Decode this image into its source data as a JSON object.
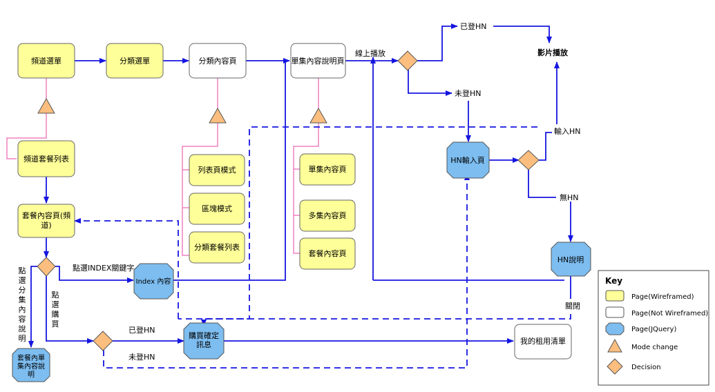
{
  "nodes": {
    "channel_menu": "頻道選單",
    "category_menu": "分類選單",
    "category_content": "分類內容頁",
    "episode_detail": "單集內容說明頁",
    "channel_package_list": "頻道套餐列表",
    "list_mode": "列表頁模式",
    "block_mode": "區塊模式",
    "category_package_list": "分類套餐列表",
    "single_episode": "單集內容頁",
    "multi_episode": "多集內容頁",
    "package_content": "套餐內容頁",
    "package_content_page_l1": "套餐內容頁(頻",
    "package_content_page_l2": "道)",
    "index_content": "Index 內容",
    "purchase_confirm_l1": "購買確定",
    "purchase_confirm_l2": "訊息",
    "my_rental_list": "我的租用清單",
    "hn_input": "HN輸入頁",
    "hn_help": "HN說明",
    "video_play": "影片播放",
    "package_detail_l1": "套餐內單",
    "package_detail_l2": "集內容說",
    "package_detail_l3": "明"
  },
  "labels": {
    "online_play": "線上播放",
    "logged_hn_top": "已登HN",
    "not_logged_hn_top": "未登HN",
    "input_hn": "輸入HN",
    "no_hn": "無HN",
    "close": "關閉",
    "click_index_keyword": "點選INDEX關鍵字",
    "click_purchase": [
      "點",
      "選",
      "購",
      "買"
    ],
    "click_episode_detail": [
      "點",
      "選",
      "分",
      "集",
      "內",
      "容",
      "說",
      "明"
    ],
    "logged_hn_bottom": "已登HN",
    "not_logged_hn_bottom": "未登HN"
  },
  "legend": {
    "title": "Key",
    "items": [
      {
        "shape": "square",
        "color": "#FFFF99",
        "label": "Page(Wireframed)"
      },
      {
        "shape": "square",
        "color": "#FFFFFF",
        "label": "Page(Not Wireframed)"
      },
      {
        "shape": "octagon",
        "color": "#7DBDF0",
        "label": "Page(JQuery)"
      },
      {
        "shape": "triangle",
        "color": "#FBBE7E",
        "label": "Mode change"
      },
      {
        "shape": "diamond",
        "color": "#FBBE7E",
        "label": "Decision"
      }
    ]
  },
  "colors": {
    "wireframed": "#FFFF99",
    "not_wireframed": "#FFFFFF",
    "jquery": "#7DBDF0",
    "decision": "#FBBE7E",
    "flow_line": "#1515E0",
    "mode_line": "#F080C0"
  }
}
